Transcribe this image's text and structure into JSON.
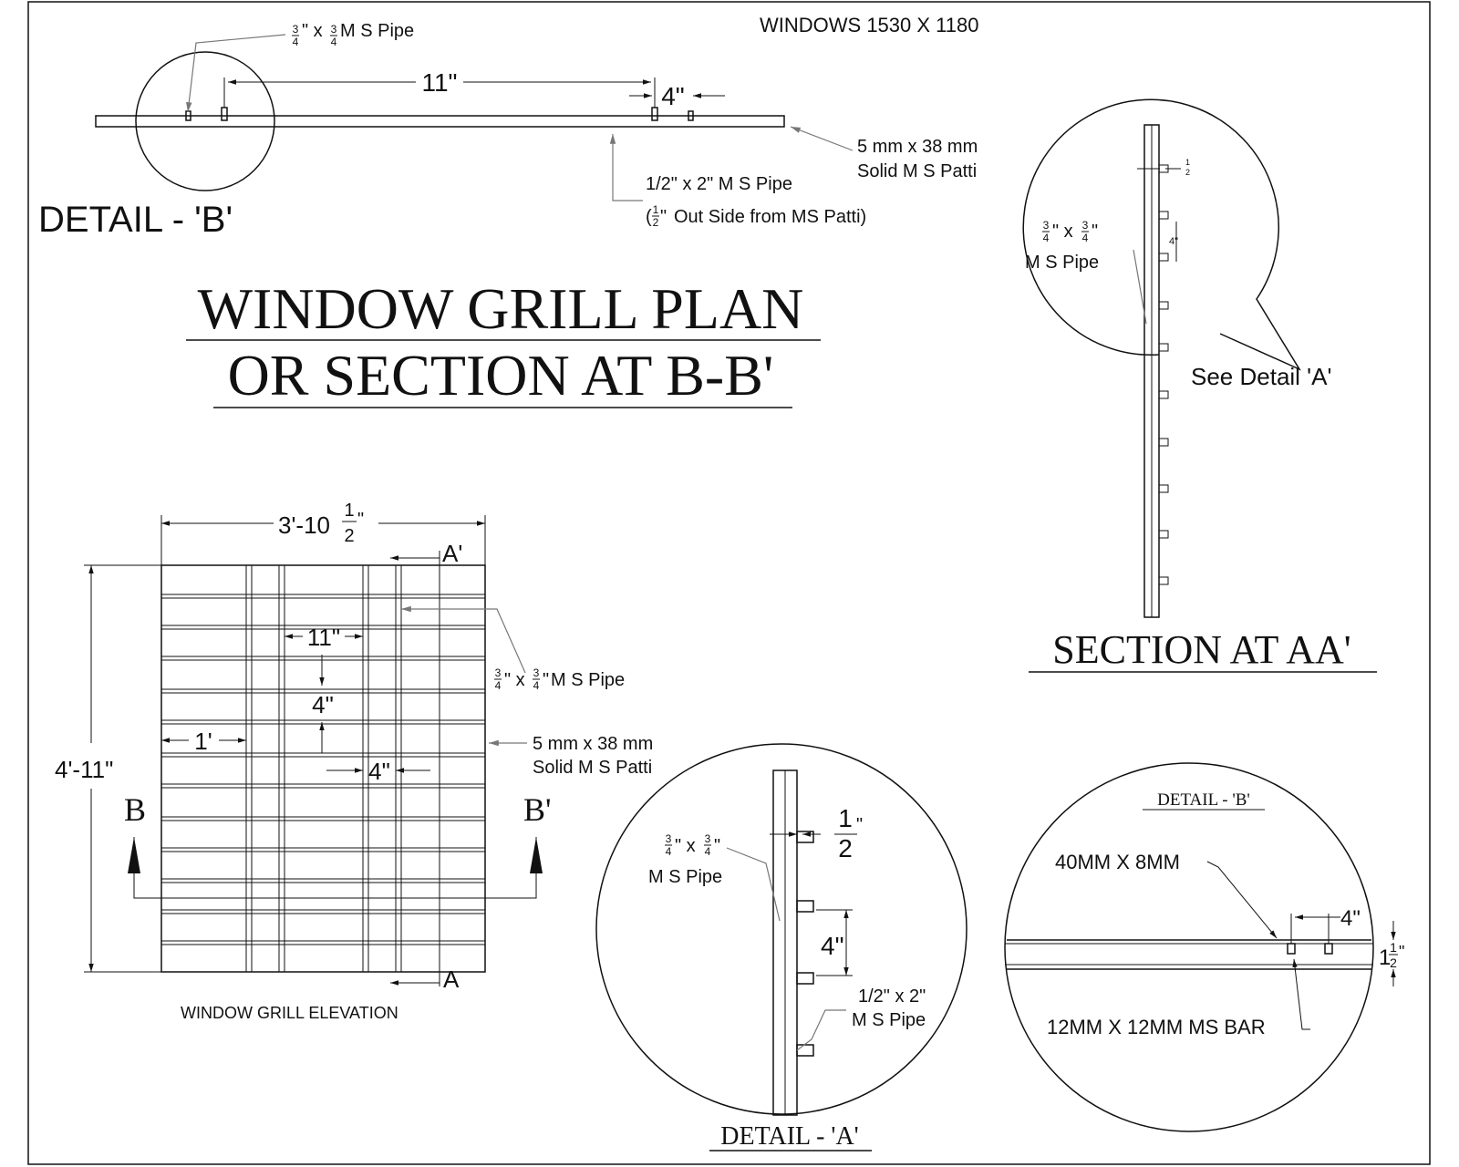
{
  "header": {
    "windows_size": "WINDOWS  1530 X 1180"
  },
  "plan": {
    "title_line1": "WINDOW GRILL PLAN",
    "title_line2": "OR SECTION AT B-B'",
    "detail_b_label": "DETAIL - 'B'",
    "dim_11": "11\"",
    "dim_4": "4\"",
    "pipe_label": "M S Pipe",
    "patti_line1": "5 mm x 38 mm",
    "patti_line2": "Solid M S Patti",
    "ms_pipe_line1": "1/2\" x 2\" M S Pipe",
    "ms_pipe_line2": "Out Side from MS Patti)"
  },
  "section_aa": {
    "title": "SECTION AT AA'",
    "pipe_label": "M S Pipe",
    "see_detail": "See  Detail 'A'",
    "dim_4": "4\""
  },
  "elevation": {
    "title": "WINDOW GRILL ELEVATION",
    "width_dim": "3'-10",
    "height_dim": "4'-11\"",
    "dim_11": "11\"",
    "dim_4_vert": "4\"",
    "dim_1ft": "1'",
    "dim_4_horiz": "4\"",
    "pipe_label": "M S Pipe",
    "patti_line1": "5 mm x 38 mm",
    "patti_line2": "Solid M S Patti",
    "marker_a_prime": "A'",
    "marker_a": "A",
    "marker_b": "B",
    "marker_b_prime": "B'"
  },
  "detail_a": {
    "title": "DETAIL - 'A'",
    "pipe_label": "M S Pipe",
    "dim_half": "1",
    "dim_half_den": "2",
    "dim_4": "4\"",
    "ms_pipe_line1": "1/2\" x 2\"",
    "ms_pipe_line2": "M S Pipe"
  },
  "detail_b": {
    "title": "DETAIL - 'B'",
    "bar_label": "40MM X 8MM",
    "ms_bar_label": "12MM X 12MM MS BAR",
    "dim_4": "4\""
  }
}
